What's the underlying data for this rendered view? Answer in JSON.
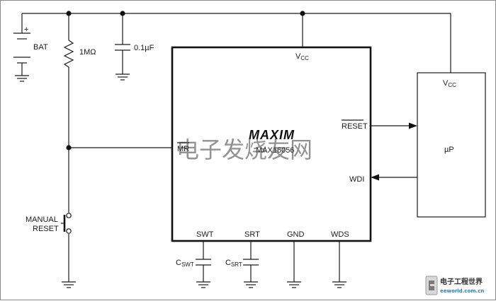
{
  "chip": {
    "brand": "MAXIM",
    "part_number": "MAX16056",
    "pins": {
      "vcc": "V",
      "vcc_sub": "CC",
      "mr": "MR",
      "reset": "RESET",
      "wdi": "WDI",
      "swt": "SWT",
      "srt": "SRT",
      "gnd": "GND",
      "wds": "WDS"
    }
  },
  "microprocessor": {
    "label": "µP",
    "vcc": "V",
    "vcc_sub": "CC"
  },
  "components": {
    "battery": {
      "label": "BAT",
      "polarity": "+"
    },
    "resistor": {
      "value": "1MΩ"
    },
    "capacitor": {
      "value": "0.1µF"
    },
    "switch": {
      "label_line1": "MANUAL",
      "label_line2": "RESET"
    },
    "cswt": {
      "main": "C",
      "sub": "SWT"
    },
    "csrt": {
      "main": "C",
      "sub": "SRT"
    }
  },
  "watermark": {
    "text": "电子发烧友网"
  },
  "logo": {
    "title": "电子工程世界",
    "url": "eeworld.com.cn"
  }
}
